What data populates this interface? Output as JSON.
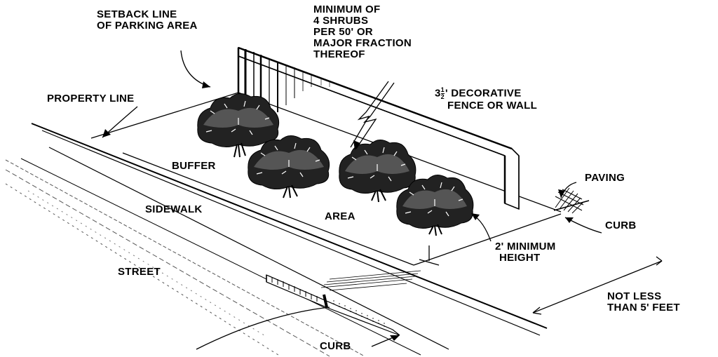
{
  "labels": {
    "setback": [
      "SETBACK LINE",
      "OF PARKING AREA"
    ],
    "minimum_shrubs": [
      "MINIMUM OF",
      "4 SHRUBS",
      "PER 50' OR",
      "MAJOR FRACTION",
      "THEREOF"
    ],
    "property_line": "PROPERTY LINE",
    "fence": {
      "whole": "3",
      "frac_num": "1",
      "frac_den": "2",
      "line1_rest": "' DECORATIVE",
      "line2": "FENCE OR WALL"
    },
    "buffer": "BUFFER",
    "area": "AREA",
    "paving": "PAVING",
    "sidewalk": "SIDEWALK",
    "curb_right": "CURB",
    "min_height": [
      "2' MINIMUM",
      "HEIGHT"
    ],
    "street": "STREET",
    "not_less": [
      "NOT LESS",
      "THAN 5' FEET"
    ],
    "curb_bottom": "CURB"
  },
  "colors": {
    "ink": "#000000",
    "paper": "#ffffff",
    "light_ink": "#555555"
  }
}
